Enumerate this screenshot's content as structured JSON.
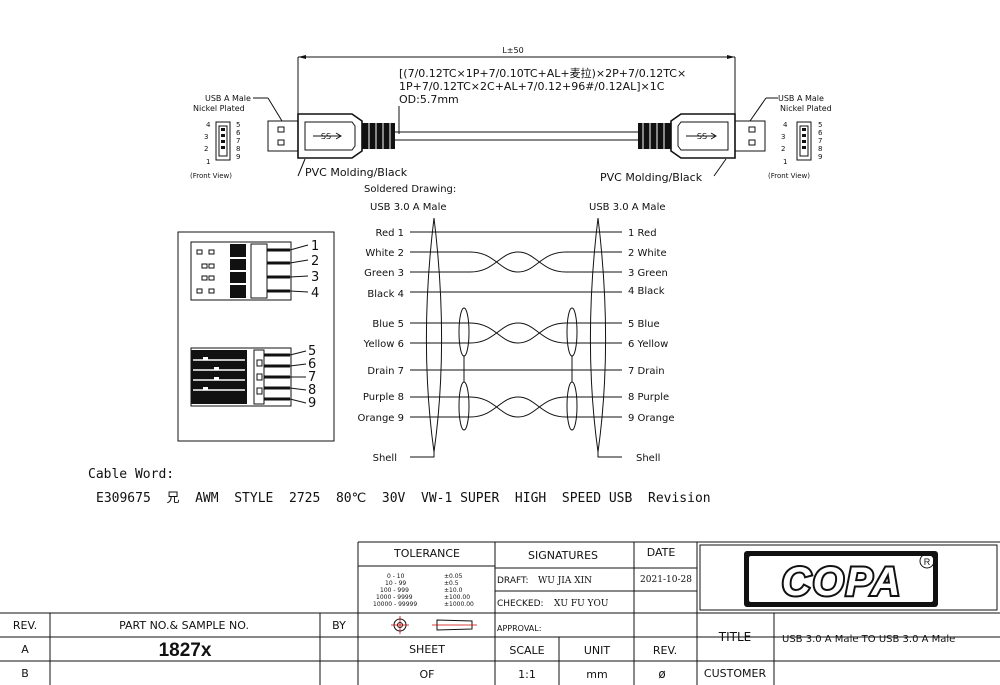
{
  "top": {
    "length_label": "L±50",
    "spec_line1": "[(7/0.12TC×1P+7/0.10TC+AL+麦拉)×2P+7/0.12TC×",
    "spec_line2": "1P+7/0.12TC×2C+AL+7/0.12+96#/0.12AL]×1C",
    "spec_line3": "OD:5.7mm",
    "left_conn_line1": "USB A   Male",
    "left_conn_line2": "Nickel Plated",
    "right_conn_line1": "USB A  Male",
    "right_conn_line2": "Nickel Plated",
    "front_view": "(Front View)",
    "molding_left": "PVC Molding/Black",
    "molding_right": "PVC Molding/Black",
    "ss_symbol": "SS",
    "pins_left_of_face": [
      "4",
      "3",
      "2",
      "1"
    ],
    "pins_right_of_face": [
      "5",
      "6",
      "7",
      "8",
      "9"
    ]
  },
  "soldered": {
    "title": "Soldered Drawing:",
    "left_header": "USB 3.0 A Male",
    "right_header": "USB 3.0 A Male",
    "left_pins": [
      "Red 1",
      "White 2",
      "Green 3",
      "Black 4",
      "Blue 5",
      "Yellow 6",
      "Drain 7",
      "Purple 8",
      "Orange 9",
      "Shell"
    ],
    "right_pins": [
      "1 Red",
      "2 White",
      "3 Green",
      "4 Black",
      "5 Blue",
      "6 Yellow",
      "7 Drain",
      "8 Purple",
      "9 Orange",
      "Shell"
    ]
  },
  "pinout_box": {
    "upper_numbers": [
      "1",
      "2",
      "3",
      "4"
    ],
    "lower_numbers": [
      "5",
      "6",
      "7",
      "8",
      "9"
    ]
  },
  "cable_word": {
    "label": "Cable Word:",
    "text": "E309675  兄  AWM  STYLE  2725  80℃  30V  VW-1 SUPER  HIGH  SPEED USB  Revision"
  },
  "titleblock": {
    "tolerance_label": "TOLERANCE",
    "tolerance_rows": [
      [
        "0  -  10",
        "±0.05"
      ],
      [
        "10  -  99",
        "±0.5"
      ],
      [
        "100  -  999",
        "±10.0"
      ],
      [
        "1000  -  9999",
        "±100.00"
      ],
      [
        "10000  -  99999",
        "±1000.00"
      ]
    ],
    "signatures_label": "SIGNATURES",
    "draft_label": "DRAFT:",
    "draft_value": "WU JIA XIN",
    "checked_label": "CHECKED:",
    "checked_value": "XU FU YOU",
    "approval_label": "APPROVAL:",
    "date_label": "DATE",
    "date_value": "2021-10-28",
    "logo_text": "COPA",
    "logo_reg": "R",
    "rev_header": "REV.",
    "part_header": "PART NO.& SAMPLE NO.",
    "by_header": "BY",
    "rev_a": "A",
    "rev_b": "B",
    "part_no": "1827x",
    "sheet_label": "SHEET",
    "scale_label": "SCALE",
    "unit_label": "UNIT",
    "rev_label": "REV.",
    "of_label": "OF",
    "scale_value": "1:1",
    "unit_value": "mm",
    "rev_value": "ø",
    "title_label": "TITLE",
    "title_value": "USB 3.0 A Male TO USB 3.0 A Male",
    "customer_label": "CUSTOMER"
  }
}
